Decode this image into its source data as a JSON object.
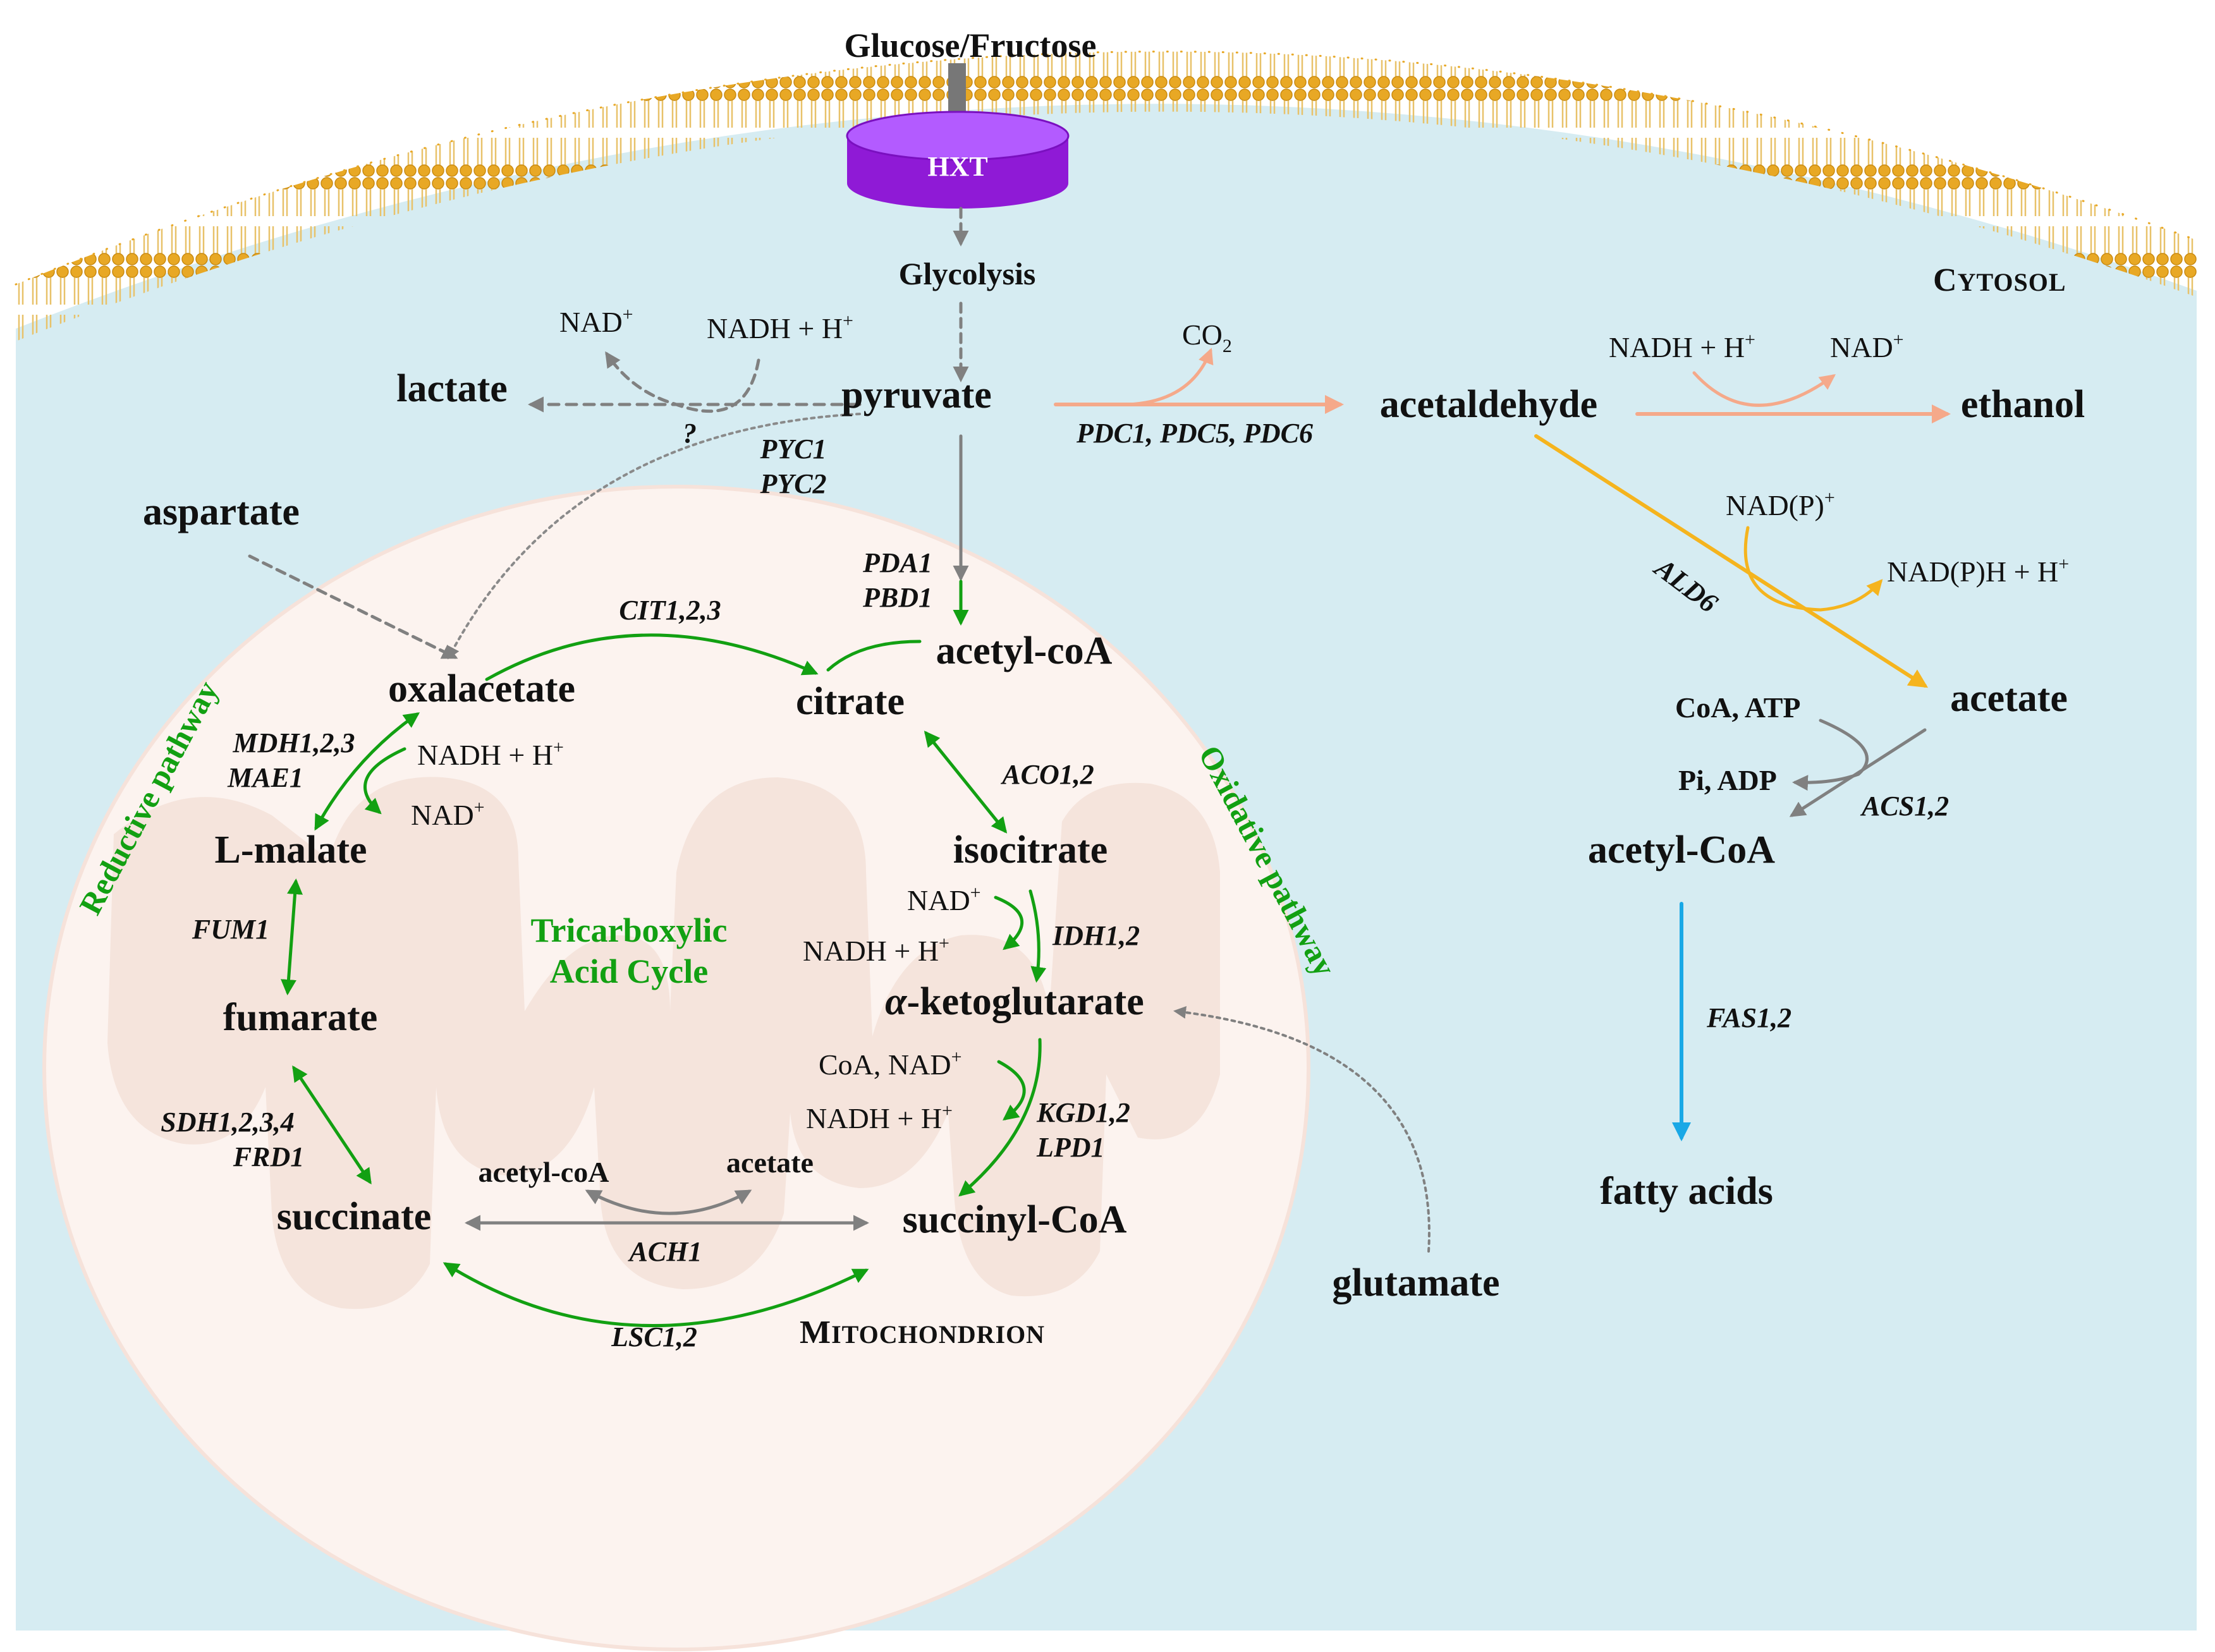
{
  "colors": {
    "cytosol": "#d6ecf2",
    "membrane_head": "#e8a825",
    "mitochondrion": "#fcf3ef",
    "cristae": "#f3e0d8",
    "hxt": "#8f1ad6",
    "green": "#12a012",
    "gray": "#808080",
    "salmon": "#f5a98a",
    "orange": "#f5b41e",
    "blue": "#19a8e6"
  },
  "membrane": {
    "input": "Glucose/Fructose",
    "transporter": "HXT",
    "glycolysis": "Glycolysis",
    "cytosol_label": {
      "cap": "C",
      "rest": "YTOSOL"
    }
  },
  "cytosol": {
    "pyruvate": "pyruvate",
    "lactate": "lactate",
    "lactate_nad": "NAD",
    "lactate_nadh": "NADH + H",
    "lactate_enzyme": "?",
    "co2": "CO",
    "co2_sub": "2",
    "pdc_enzymes": "PDC1, PDC5, PDC6",
    "acetaldehyde": "acetaldehyde",
    "ethanol_nadh": "NADH + H",
    "ethanol_nad": "NAD",
    "ethanol": "ethanol",
    "aldehyde_dh_in": "NAD(P)",
    "aldehyde_dh_out": "NAD(P)H + H",
    "ald_enzyme": "ALD6",
    "acetate": "acetate",
    "acs_in": "CoA, ATP",
    "acs_out": "Pi, ADP",
    "acs_enzyme": "ACS1,2",
    "acetyl_coa": "acetyl-CoA",
    "fas_enzyme": "FAS1,2",
    "fatty_acids": "fatty acids",
    "pyc_enzyme_1": "PYC1",
    "pyc_enzyme_2": "PYC2",
    "aspartate": "aspartate",
    "glutamate": "glutamate"
  },
  "mitochondrion": {
    "pda_enzyme_1": "PDA1",
    "pda_enzyme_2": "PBD1",
    "acetyl_coa": "acetyl-coA",
    "cit_enzyme": "CIT1,2,3",
    "citrate": "citrate",
    "oxalacetate": "oxalacetate",
    "aco_enzyme": "ACO1,2",
    "isocitrate": "isocitrate",
    "idh_nad": "NAD",
    "idh_nadh": "NADH + H",
    "idh_enzyme": "IDH1,2",
    "akg_alpha": "α",
    "akg": "-ketoglutarate",
    "kgd_in": "CoA, NAD",
    "kgd_out": "NADH + H",
    "kgd_enzyme_1": "KGD1,2",
    "kgd_enzyme_2": "LPD1",
    "succinyl_coa": "succinyl-CoA",
    "succinate": "succinate",
    "ach_in": "acetyl-coA",
    "ach_out": "acetate",
    "ach_enzyme": "ACH1",
    "lsc_enzyme": "LSC1,2",
    "sdh_enzyme_1": "SDH1,2,3,4",
    "sdh_enzyme_2": "FRD1",
    "fumarate": "fumarate",
    "fum_enzyme": "FUM1",
    "l_malate": "L-malate",
    "mdh_enzyme_1": "MDH1,2,3",
    "mdh_enzyme_2": "MAE1",
    "mdh_nadh": "NADH + H",
    "mdh_nad": "NAD",
    "tca_line1": "Tricarboxylic",
    "tca_line2": "Acid Cycle",
    "reductive_pathway": "Reductive pathway",
    "oxidative_pathway": "Oxidative pathway",
    "mito_label": {
      "cap1": "M",
      "rest": "ITOCHONDRION"
    }
  },
  "superscripts": {
    "plus": "+"
  }
}
